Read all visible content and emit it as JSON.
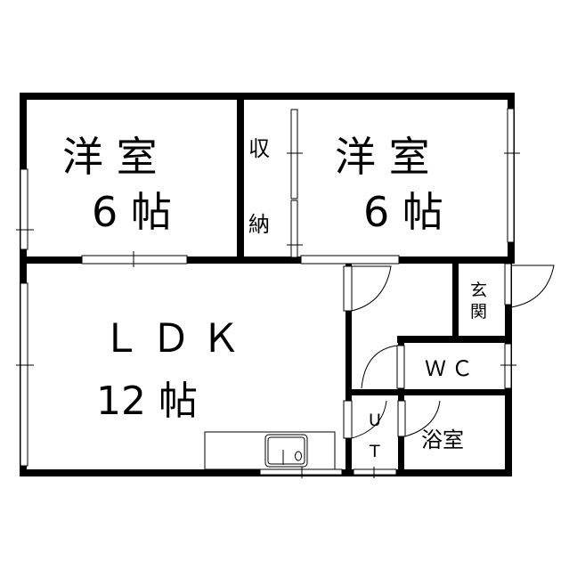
{
  "rooms": {
    "bedroom_west": {
      "type": "洋 室",
      "size": "6 帖"
    },
    "bedroom_east": {
      "type": "洋 室",
      "size": "6 帖"
    },
    "closet": {
      "line1": "収",
      "line2": "納"
    },
    "ldk": {
      "type": "ＬＤＫ",
      "size": "12 帖"
    },
    "entrance": {
      "line1": "玄",
      "line2": "関"
    },
    "wc": {
      "label": "ＷＣ"
    },
    "utility": {
      "line1": "U",
      "line2": "T"
    },
    "bath": {
      "label": "浴室"
    }
  }
}
